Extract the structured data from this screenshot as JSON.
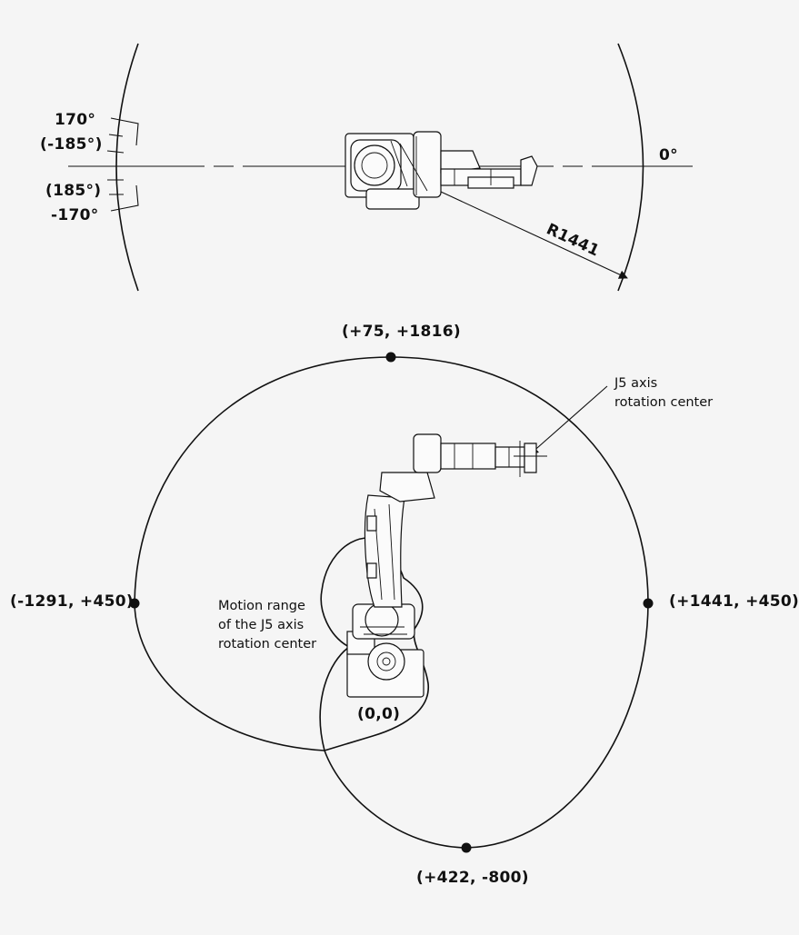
{
  "top_view": {
    "angle_plus_170": "170°",
    "angle_minus_185": "(-185°)",
    "angle_zero": "0°",
    "angle_185": "(185°)",
    "angle_minus_170": "-170°",
    "radius_label": "R1441"
  },
  "side_view": {
    "point_top": "(+75, +1816)",
    "point_left": "(-1291, +450)",
    "point_right": "(+1441, +450)",
    "point_origin": "(0,0)",
    "point_bottom": "(+422, -800)",
    "j5_label_line1": "J5 axis",
    "j5_label_line2": "rotation center",
    "motion_label_line1": "Motion range",
    "motion_label_line2": "of the J5 axis",
    "motion_label_line3": "rotation center"
  },
  "colors": {
    "ink": "#111111",
    "background": "#f5f5f5"
  }
}
